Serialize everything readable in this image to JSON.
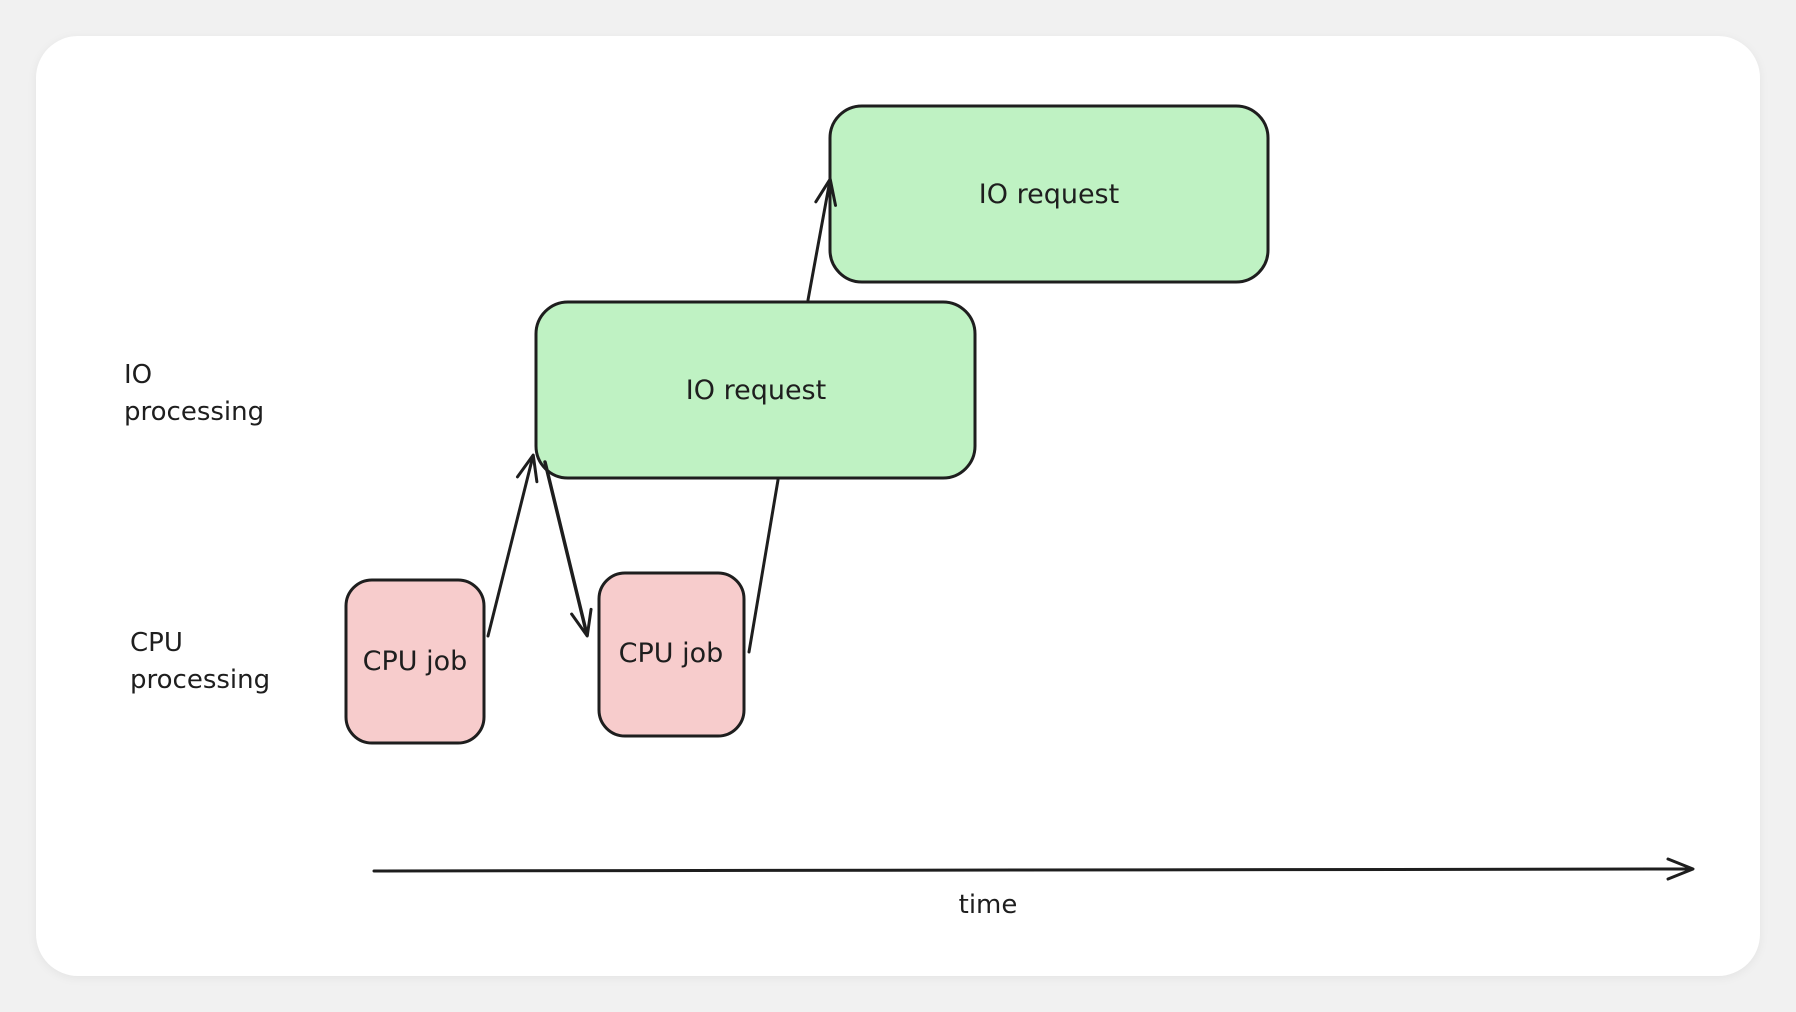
{
  "row_labels": {
    "io": {
      "line1": "IO",
      "line2": "processing"
    },
    "cpu": {
      "line1": "CPU",
      "line2": "processing"
    }
  },
  "boxes": {
    "io_request_1": "IO request",
    "io_request_2": "IO request",
    "cpu_job_1": "CPU job",
    "cpu_job_2": "CPU job"
  },
  "axis": {
    "label": "time"
  },
  "colors": {
    "io_fill": "#bff2c3",
    "cpu_fill": "#f7cccc",
    "stroke": "#1e1e1e"
  }
}
